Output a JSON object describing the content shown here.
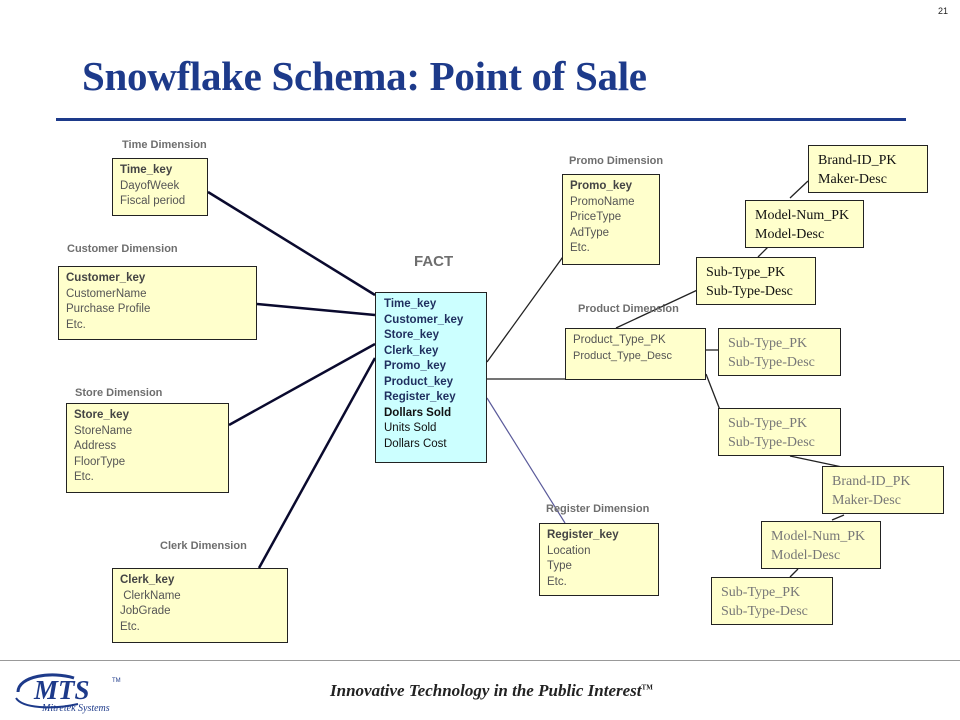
{
  "page_number": "21",
  "title": "Snowflake Schema: Point of Sale",
  "fact": {
    "label": "FACT",
    "lines": [
      "Time_key",
      "Customer_key",
      "Store_key",
      "Clerk_key",
      "Promo_key",
      "Product_key",
      "Register_key",
      "Dollars Sold",
      "Units Sold",
      "Dollars Cost"
    ]
  },
  "time_dim": {
    "caption": "Time Dimension",
    "lines": [
      "Time_key",
      "DayofWeek",
      "Fiscal period"
    ]
  },
  "customer_dim": {
    "caption": "Customer  Dimension",
    "lines": [
      "Customer_key",
      "CustomerName",
      "Purchase Profile",
      "Etc."
    ]
  },
  "store_dim": {
    "caption": "Store Dimension",
    "lines": [
      "Store_key",
      "StoreName",
      "Address",
      "FloorType",
      "Etc."
    ]
  },
  "clerk_dim": {
    "caption": "Clerk Dimension",
    "lines": [
      "Clerk_key",
      " ClerkName",
      "JobGrade",
      "Etc."
    ]
  },
  "promo_dim": {
    "caption": "Promo Dimension",
    "lines": [
      "Promo_key",
      "PromoName",
      "PriceType",
      "AdType",
      "Etc."
    ]
  },
  "product_dim": {
    "caption": "Product Dimension",
    "lines": [
      "Product_Type_PK",
      "Product_Type_Desc"
    ]
  },
  "register_dim": {
    "caption": "Register  Dimension",
    "lines": [
      "Register_key",
      "Location",
      "Type",
      "Etc."
    ]
  },
  "snowflake_upper": [
    {
      "lines": [
        "Brand-ID_PK",
        "Maker-Desc"
      ]
    },
    {
      "lines": [
        "Model-Num_PK",
        "Model-Desc"
      ]
    },
    {
      "lines": [
        "Sub-Type_PK",
        "Sub-Type-Desc"
      ]
    }
  ],
  "snowflake_right": [
    {
      "lines": [
        "Sub-Type_PK",
        "Sub-Type-Desc"
      ]
    },
    {
      "lines": [
        "Sub-Type_PK",
        "Sub-Type-Desc"
      ]
    }
  ],
  "snowflake_lower": [
    {
      "lines": [
        "Brand-ID_PK",
        "Maker-Desc"
      ]
    },
    {
      "lines": [
        "Model-Num_PK",
        "Model-Desc"
      ]
    },
    {
      "lines": [
        "Sub-Type_PK",
        "Sub-Type-Desc"
      ]
    }
  ],
  "footer": {
    "logo_text": "MTS",
    "logo_tm": "TM",
    "logo_subtext": "Mitretek Systems",
    "tagline": "Innovative Technology in the Public Interest",
    "tagline_tm": "TM"
  },
  "colors": {
    "title": "#1d3a8a",
    "dimension_fill": "#ffffcc",
    "fact_fill": "#ccffff",
    "connector": "#0a0a3a",
    "connector_light": "#4a4a8a"
  }
}
